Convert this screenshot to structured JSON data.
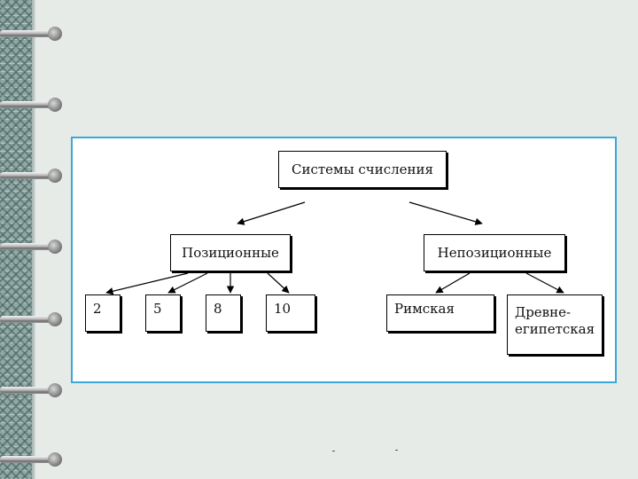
{
  "diagram": {
    "root": "Системы счисления",
    "positional": "Позиционные",
    "non_positional": "Непозиционные",
    "positional_bases": [
      "2",
      "5",
      "8",
      "10"
    ],
    "roman": "Римская",
    "egyptian_line1": "Древне-",
    "egyptian_line2": "египетская"
  },
  "colors": {
    "panel_border": "#3aa8d8",
    "background": "#e6ebe8"
  }
}
